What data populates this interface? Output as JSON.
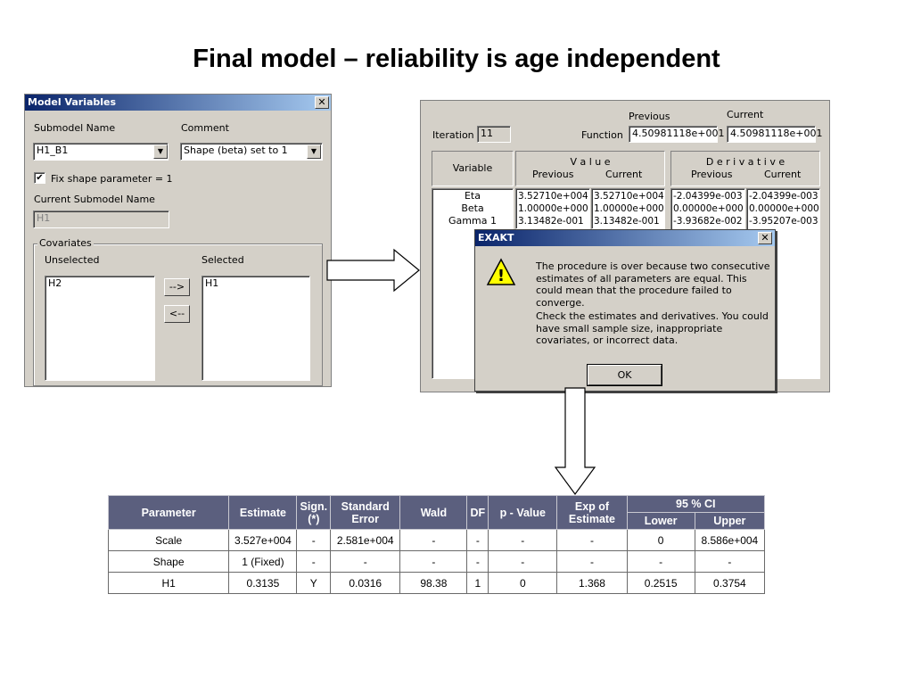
{
  "page": {
    "title": "Final model – reliability is age independent"
  },
  "model_variables": {
    "title": "Model Variables",
    "close": "✕",
    "submodel_name_label": "Submodel Name",
    "comment_label": "Comment",
    "submodel_name_value": "H1_B1",
    "comment_value": "Shape (beta) set to 1",
    "fix_shape_label": "Fix shape parameter = 1",
    "fix_shape_checked": "✔",
    "current_submodel_label": "Current Submodel Name",
    "current_submodel_value": "H1",
    "covariates_label": "Covariates",
    "unselected_label": "Unselected",
    "selected_label": "Selected",
    "unselected_items": [
      "H2"
    ],
    "selected_items": [
      "H1"
    ],
    "move_right": "-->",
    "move_left": "<--"
  },
  "iteration_window": {
    "iteration_label": "Iteration",
    "iteration_value": "11",
    "function_label": "Function",
    "previous_label": "Previous",
    "current_label": "Current",
    "function_previous": "4.50981118e+001",
    "function_current": "4.50981118e+001",
    "variable_header": "Variable",
    "value_header": "V a l u e",
    "derivative_header": "D e r i v a t i v e",
    "variables": [
      "Eta",
      "Beta",
      "Gamma 1"
    ],
    "value_previous": [
      "3.52710e+004",
      "1.00000e+000",
      "3.13482e-001"
    ],
    "value_current": [
      "3.52710e+004",
      "1.00000e+000",
      "3.13482e-001"
    ],
    "deriv_previous": [
      "-2.04399e-003",
      "0.00000e+000",
      "-3.93682e-002"
    ],
    "deriv_current": [
      "-2.04399e-003",
      "0.00000e+000",
      "-3.95207e-003"
    ]
  },
  "exakt_dialog": {
    "title": "EXAKT",
    "close": "✕",
    "message1": "The procedure is over because two consecutive estimates of all parameters are equal. This could mean that the procedure failed to converge.",
    "message2": "Check the estimates and derivatives. You could have small sample size, inappropriate covariates, or incorrect data.",
    "ok_label": "OK",
    "warning_glyph": "!"
  },
  "results_table": {
    "headers": {
      "parameter": "Parameter",
      "estimate": "Estimate",
      "sign": "Sign. (*)",
      "std_error": "Standard Error",
      "wald": "Wald",
      "df": "DF",
      "p_value": "p - Value",
      "exp_estimate": "Exp of Estimate",
      "ci": "95 % CI",
      "lower": "Lower",
      "upper": "Upper"
    },
    "rows": [
      [
        "Scale",
        "3.527e+004",
        "-",
        "2.581e+004",
        "-",
        "-",
        "-",
        "-",
        "0",
        "8.586e+004"
      ],
      [
        "Shape",
        "1 (Fixed)",
        "-",
        "-",
        "-",
        "-",
        "-",
        "-",
        "-",
        "-"
      ],
      [
        "H1",
        "0.3135",
        "Y",
        "0.0316",
        "98.38",
        "1",
        "0",
        "1.368",
        "0.2515",
        "0.3754"
      ]
    ]
  },
  "colors": {
    "table_header": "#5b5f7e",
    "titlebar_start": "#0a246a",
    "titlebar_end": "#a6caf0",
    "window_bg": "#d4d0c8"
  }
}
